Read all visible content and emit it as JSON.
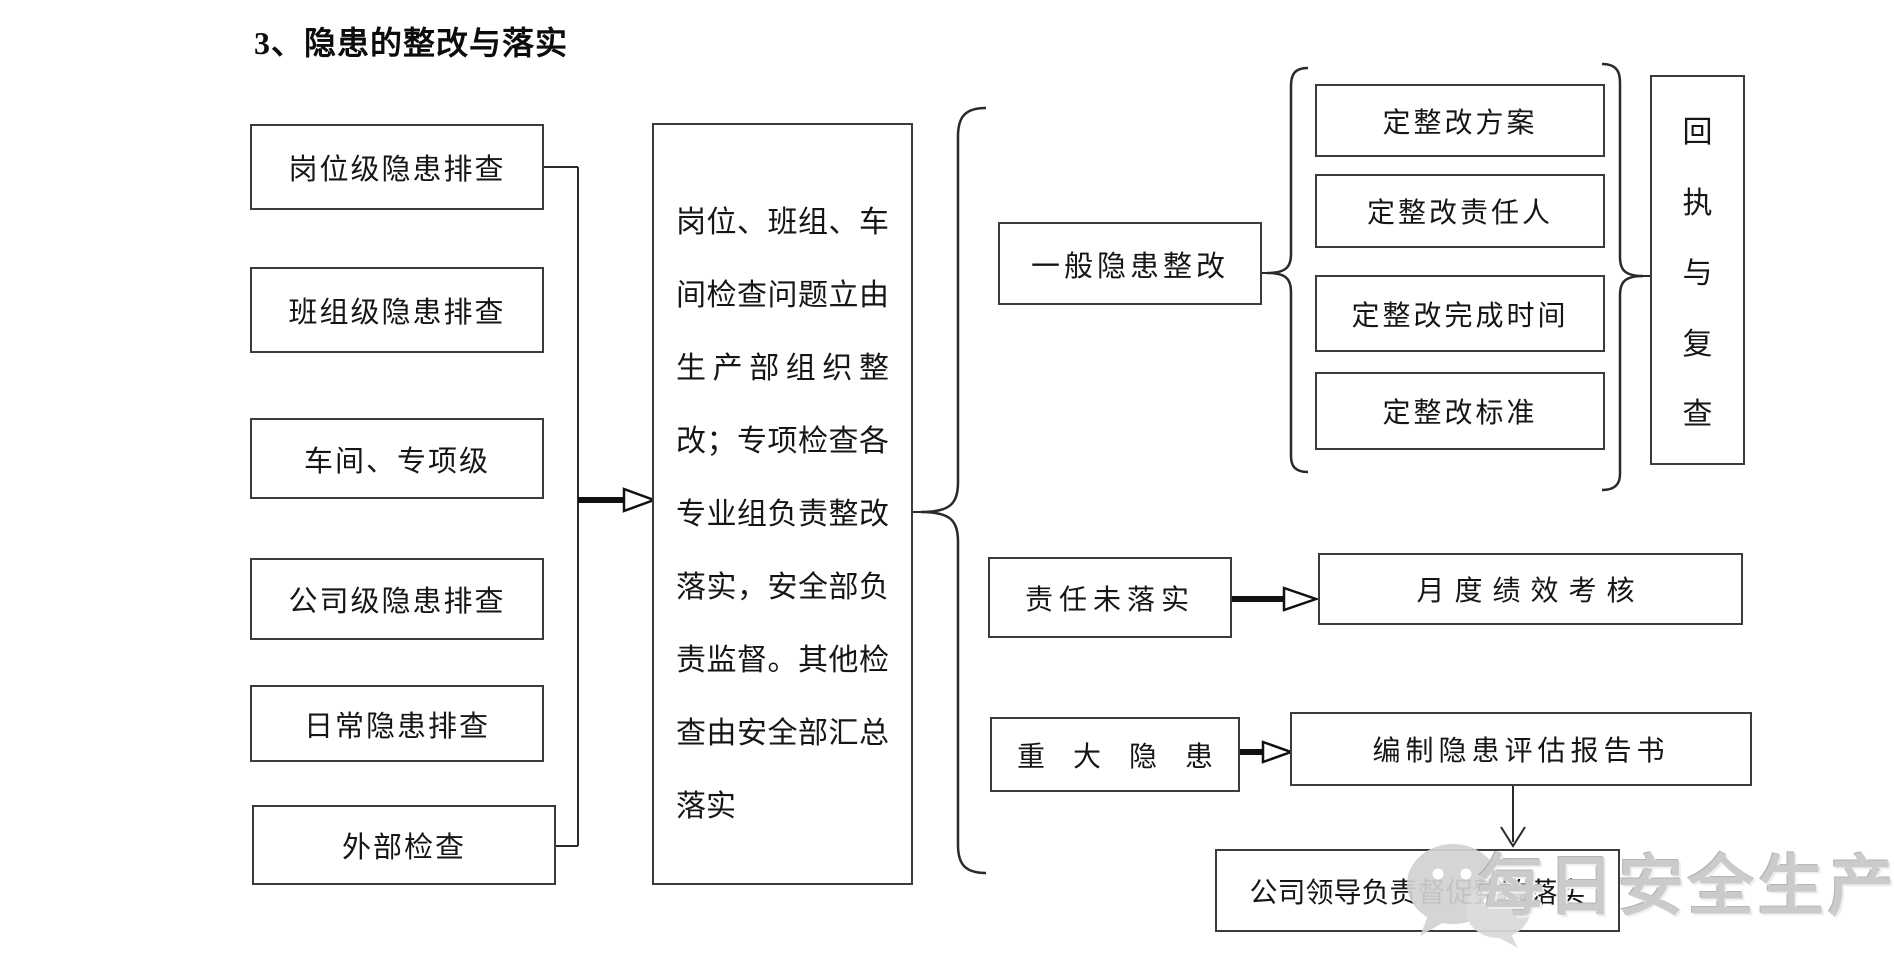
{
  "title": "3、隐患的整改与落实",
  "flow": {
    "sources": [
      "岗位级隐患排查",
      "班组级隐患排查",
      "车间、专项级",
      "公司级隐患排查",
      "日常隐患排查",
      "外部检查"
    ],
    "process_lines": [
      "岗位、班组、车",
      "间检查问题立由",
      "生产部组织整",
      "改；专项检查各",
      "专业组负责整改",
      "落实，安全部负",
      "责监督。其他检",
      "查由安全部汇总",
      "落实"
    ],
    "general": {
      "label": "一般隐患整改",
      "steps": [
        "定整改方案",
        "定整改责任人",
        "定整改完成时间",
        "定整改标准"
      ],
      "result": "回执与复查"
    },
    "responsibility": {
      "label": "责任未落实",
      "result": "月度绩效考核"
    },
    "major": {
      "label": "重　大　隐　患",
      "result": "编制隐患评估报告书",
      "followup": "公司领导负责督促整改落实"
    }
  },
  "watermark": {
    "text": "每日安全生产",
    "icon": "wechat-icon"
  },
  "colors": {
    "line": "#2a2a2a",
    "box_border": "#3b3b3b",
    "text": "#161616",
    "watermark": "#cbcbcb"
  }
}
